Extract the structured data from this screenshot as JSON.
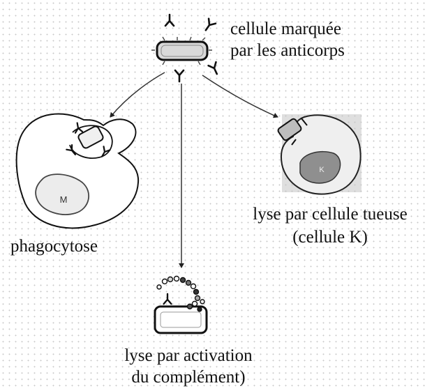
{
  "labels": {
    "marked_line1": "cellule marquée",
    "marked_line2": "par les anticorps",
    "phagocytosis": "phagocytose",
    "killer_line1": "lyse par cellule tueuse",
    "killer_line2": "(cellule K)",
    "complement_line1": "lyse par activation",
    "complement_line2": "du complément)",
    "macrophage_nucleus": "M",
    "k_cell_nucleus": "K"
  },
  "colors": {
    "ink": "#111111",
    "cell_fill": "#d9d9d9",
    "k_cell_shade": "#bdbdbd",
    "grid_dot": "#c9c9c9"
  }
}
